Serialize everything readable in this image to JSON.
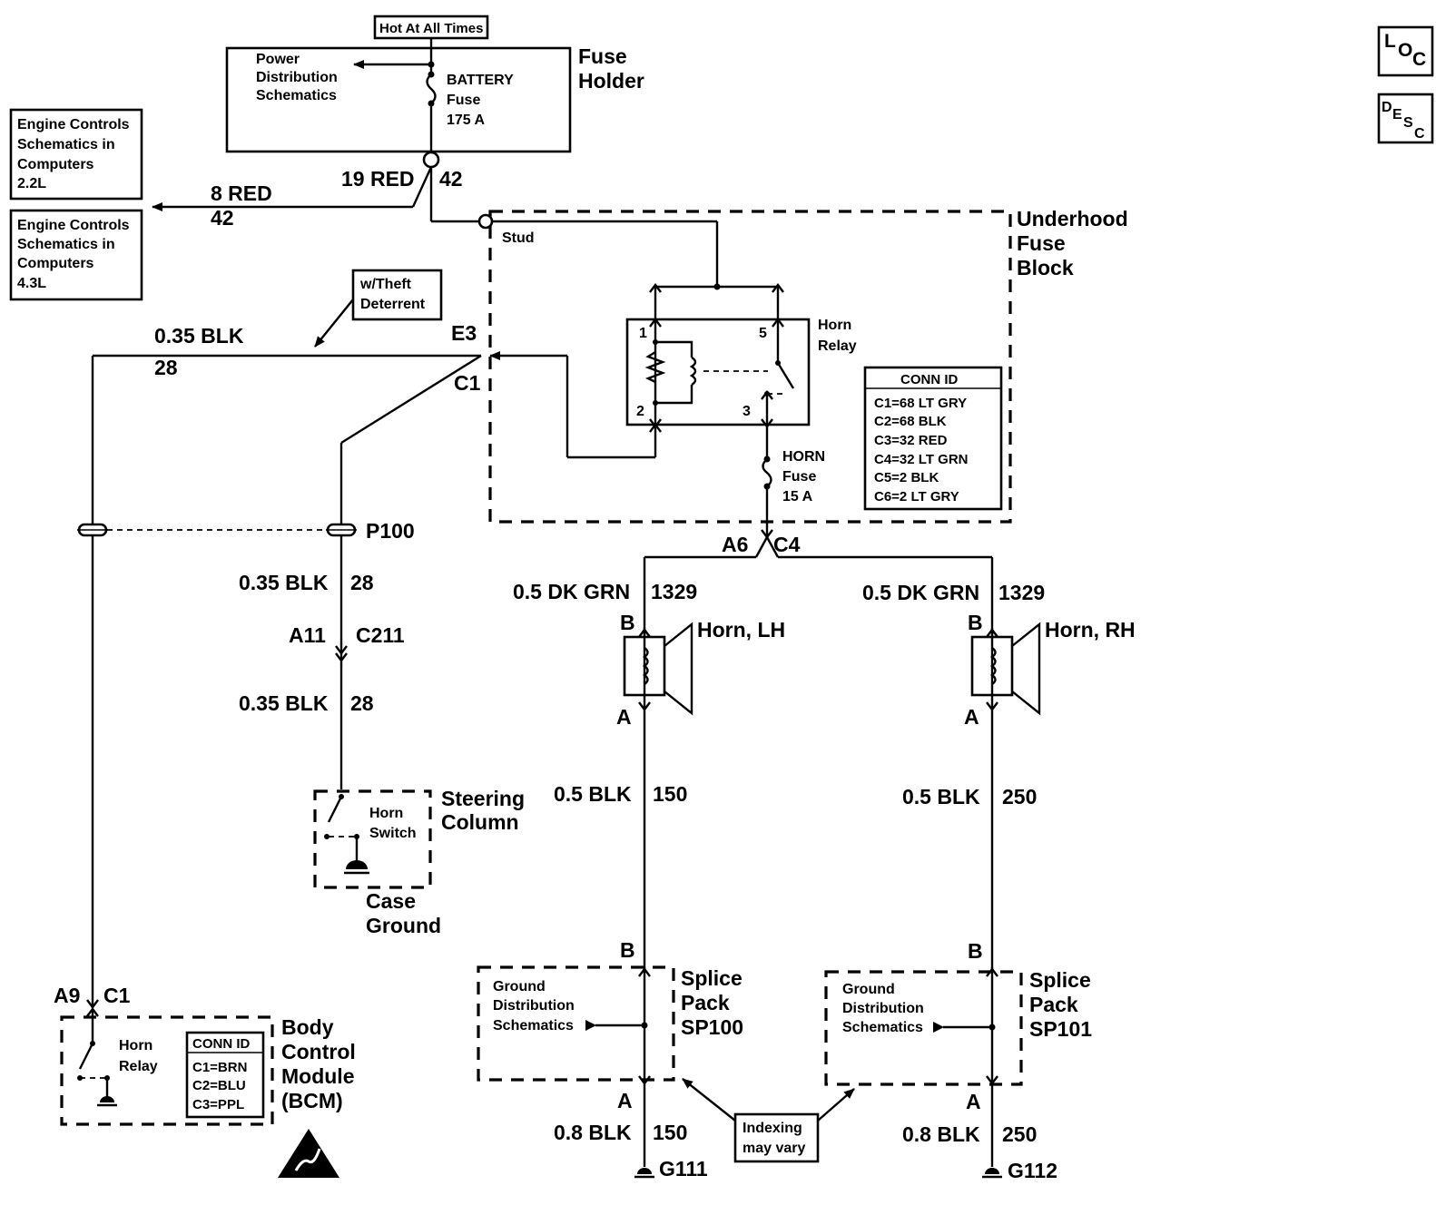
{
  "diagram": {
    "header": {
      "hot_at_all_times": "Hot At All Times"
    },
    "nav": {
      "loc_l": "L",
      "loc_o": "O",
      "loc_c": "C",
      "desc_d": "D",
      "desc_e": "E",
      "desc_s": "S",
      "desc_c": "C"
    },
    "fuse_holder": {
      "title_1": "Fuse",
      "title_2": "Holder",
      "power_1": "Power",
      "power_2": "Distribution",
      "power_3": "Schematics",
      "fuse_1": "BATTERY",
      "fuse_2": "Fuse",
      "fuse_3": "175 A"
    },
    "engine_22": {
      "line_1": "Engine Controls",
      "line_2": "Schematics in",
      "line_3": "Computers",
      "line_4": "2.2L"
    },
    "engine_43": {
      "line_1": "Engine Controls",
      "line_2": "Schematics in",
      "line_3": "Computers",
      "line_4": "4.3L"
    },
    "wires": {
      "w_8red": "8 RED",
      "w_8red_circ": "42",
      "w_19red": "19 RED",
      "w_19red_circ": "42",
      "top_blk": "0.35 BLK",
      "top_blk_circ": "28",
      "mid_blk1": "0.35 BLK",
      "mid_blk1_circ": "28",
      "mid_blk2": "0.35 BLK",
      "mid_blk2_circ": "28",
      "lh_grn": "0.5 DK GRN",
      "lh_grn_circ": "1329",
      "rh_grn": "0.5 DK GRN",
      "rh_grn_circ": "1329",
      "lh_blk": "0.5 BLK",
      "lh_blk_circ": "150",
      "rh_blk": "0.5 BLK",
      "rh_blk_circ": "250",
      "lh_gnd": "0.8 BLK",
      "lh_gnd_circ": "150",
      "rh_gnd": "0.8 BLK",
      "rh_gnd_circ": "250"
    },
    "theft": {
      "line_1": "w/Theft",
      "line_2": "Deterrent"
    },
    "underhood": {
      "title_1": "Underhood",
      "title_2": "Fuse",
      "title_3": "Block",
      "stud": "Stud",
      "e3": "E3",
      "c1": "C1",
      "relay_1": "Horn",
      "relay_2": "Relay",
      "pin1": "1",
      "pin2": "2",
      "pin3": "3",
      "pin5": "5",
      "horn_fuse_1": "HORN",
      "horn_fuse_2": "Fuse",
      "horn_fuse_3": "15 A",
      "conn_title": "CONN ID",
      "conn": [
        "C1=68 LT GRY",
        "C2=68 BLK",
        "C3=32 RED",
        "C4=32 LT GRN",
        "C5=2 BLK",
        "C6=2 LT GRY"
      ]
    },
    "connectors": {
      "p100": "P100",
      "a11": "A11",
      "c211": "C211",
      "a6": "A6",
      "c4": "C4",
      "a9": "A9",
      "c1_bcm": "C1"
    },
    "horn_lh": {
      "label": "Horn, LH",
      "b": "B",
      "a": "A"
    },
    "horn_rh": {
      "label": "Horn, RH",
      "b": "B",
      "a": "A"
    },
    "steering": {
      "title_1": "Steering",
      "title_2": "Column",
      "switch_1": "Horn",
      "switch_2": "Switch",
      "ground_1": "Case",
      "ground_2": "Ground"
    },
    "sp100": {
      "title_1": "Splice",
      "title_2": "Pack",
      "title_3": "SP100",
      "gd_1": "Ground",
      "gd_2": "Distribution",
      "gd_3": "Schematics",
      "b": "B",
      "a": "A",
      "ground": "G111"
    },
    "sp101": {
      "title_1": "Splice",
      "title_2": "Pack",
      "title_3": "SP101",
      "gd_1": "Ground",
      "gd_2": "Distribution",
      "gd_3": "Schematics",
      "b": "B",
      "a": "A",
      "ground": "G112"
    },
    "indexing": {
      "line_1": "Indexing",
      "line_2": "may vary"
    },
    "bcm": {
      "title_1": "Body",
      "title_2": "Control",
      "title_3": "Module",
      "title_4": "(BCM)",
      "relay_1": "Horn",
      "relay_2": "Relay",
      "conn_title": "CONN ID",
      "conn": [
        "C1=BRN",
        "C2=BLU",
        "C3=PPL"
      ]
    }
  }
}
